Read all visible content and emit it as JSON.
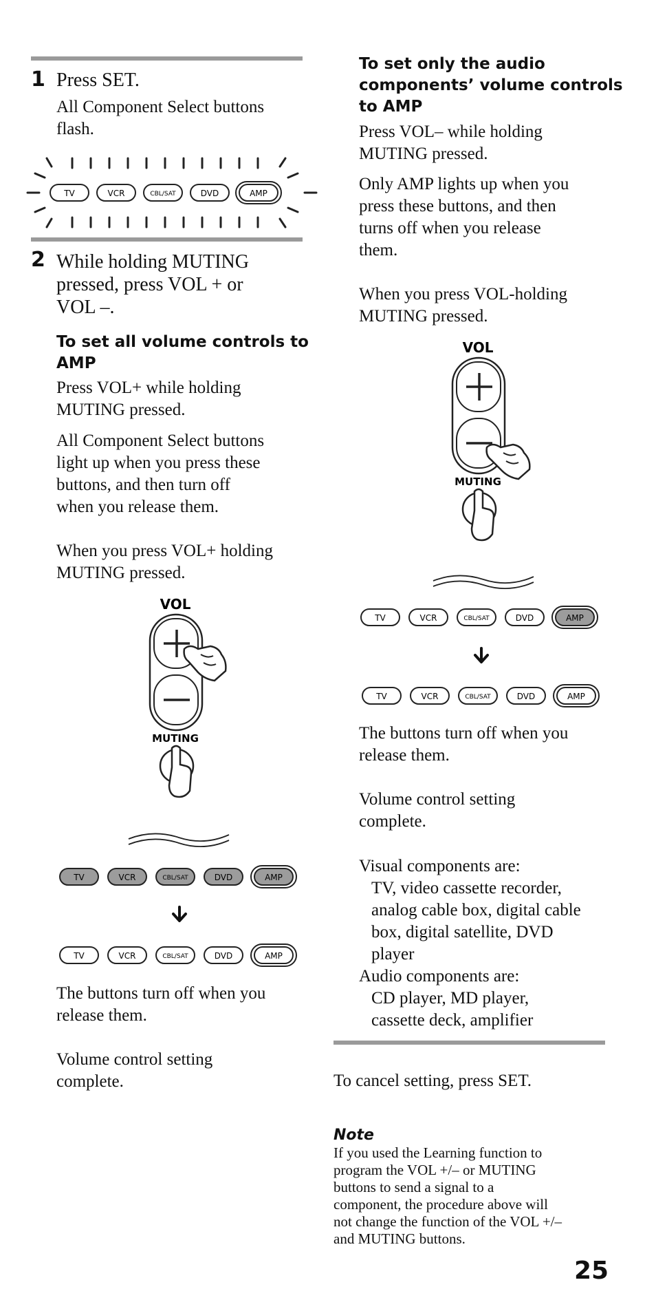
{
  "steps": [
    {
      "number": "1",
      "title": "Press SET.",
      "desc": [
        "All Component Select buttons",
        "flash."
      ]
    },
    {
      "number": "2",
      "title": [
        "While holding MUTING",
        "pressed, press VOL + or",
        "VOL –."
      ]
    }
  ],
  "buttons": {
    "tv": "TV",
    "vcr": "VCR",
    "cbl": "CBL/SAT",
    "dvd": "DVD",
    "amp": "AMP"
  },
  "remote": {
    "vol_label": "VOL",
    "muting_label": "MUTING"
  },
  "left": {
    "heading": [
      "To set all volume controls to",
      "AMP"
    ],
    "p1": [
      "Press VOL+ while holding",
      "MUTING pressed."
    ],
    "p2": [
      "All Component Select buttons",
      "light up when you press these",
      "buttons, and then turn off",
      "when you release them."
    ],
    "p3": [
      "When you press VOL+ holding",
      "MUTING pressed."
    ],
    "p4": [
      "The buttons turn off when you",
      "release them."
    ],
    "p5": [
      "Volume control setting",
      "complete."
    ]
  },
  "right": {
    "heading": [
      "To set only the audio",
      "components’ volume controls",
      "to AMP"
    ],
    "p1": [
      "Press VOL– while holding",
      "MUTING pressed."
    ],
    "p2": [
      "Only AMP lights up when you",
      "press these buttons, and then",
      "turns off when you release",
      "them."
    ],
    "p3": [
      "When you press VOL-holding",
      "MUTING pressed."
    ],
    "p4": [
      "The buttons turn off when you",
      "release them."
    ],
    "p5": [
      "Volume control setting",
      "complete."
    ],
    "visual_label": "Visual components are:",
    "visual_items": [
      "TV, video cassette recorder,",
      "analog cable box, digital cable",
      "box, digital satellite, DVD",
      "player"
    ],
    "audio_label": "Audio components are:",
    "audio_items": [
      "CD player, MD player,",
      "cassette deck, amplifier"
    ]
  },
  "cancel": "To cancel setting, press SET.",
  "note": {
    "title": "Note",
    "lines": [
      "If you used the Learning function to",
      "program the VOL +/– or MUTING",
      "buttons to send a signal to a",
      "component, the procedure above will",
      "not change the function of the VOL +/–",
      "and MUTING buttons."
    ]
  },
  "page_number": "25"
}
